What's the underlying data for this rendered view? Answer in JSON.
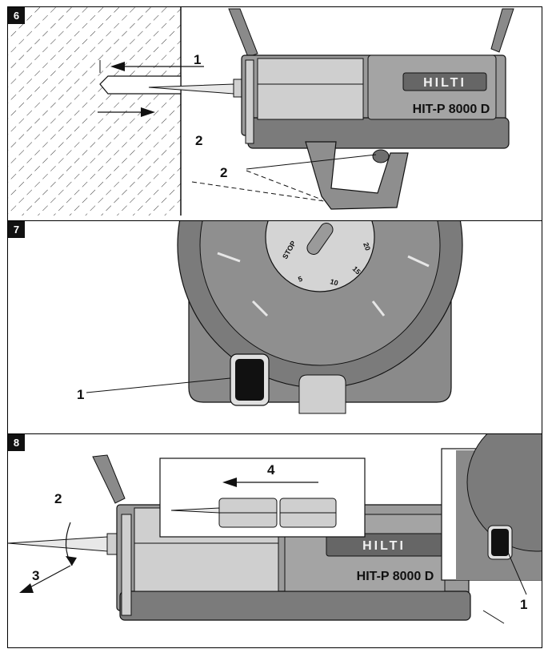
{
  "figures": [
    {
      "number": "6",
      "callouts": [
        "1",
        "2",
        "2"
      ],
      "model": "HIT-P 8000 D",
      "logo": "HILTI"
    },
    {
      "number": "7",
      "callouts": [
        "1"
      ],
      "dial": {
        "stop_label": "STOP",
        "ticks": [
          "20",
          "15",
          "10",
          "5"
        ]
      }
    },
    {
      "number": "8",
      "callouts": [
        "2",
        "3",
        "4",
        "1"
      ],
      "model": "HIT-P 8000 D",
      "logo": "HILTI"
    }
  ],
  "colors": {
    "tool_gray": "#9a9a9a",
    "dark_gray": "#7b7b7b",
    "light_gray": "#d4d4d4",
    "line": "#111111"
  },
  "icons": [
    "arrow-icon",
    "curved-arrow-icon"
  ]
}
